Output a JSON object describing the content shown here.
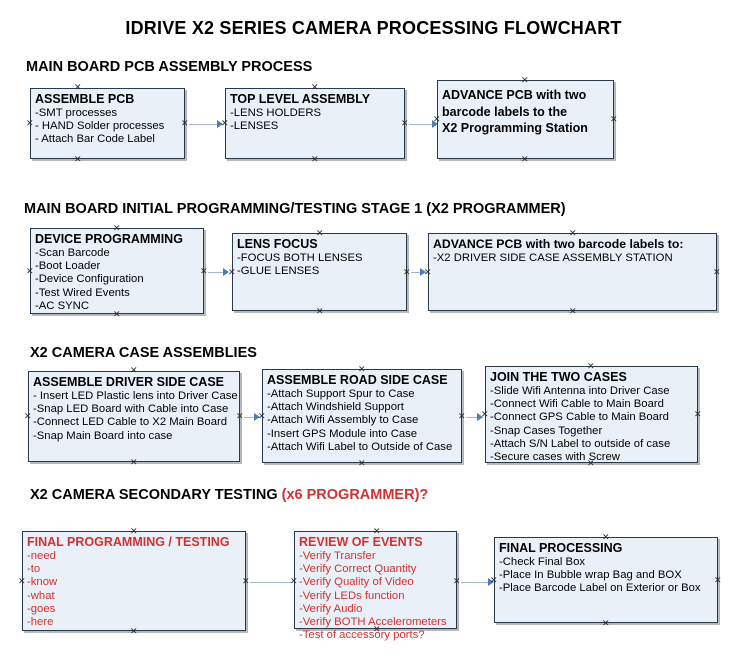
{
  "document": {
    "title": "IDRIVE X2  SERIES CAMERA PROCESSING FLOWCHART",
    "accent_red": "#d33030",
    "box_fill": "#eaf0f8",
    "box_border": "#2b3a4a",
    "connector_color": "#9fb6cc",
    "arrow_color": "#4a7ebb"
  },
  "sections": [
    {
      "id": "main-board-pcb-assembly",
      "heading": "MAIN BOARD PCB ASSEMBLY PROCESS",
      "heading_red_suffix": "",
      "boxes": [
        {
          "id": "assemble-pcb",
          "header": "ASSEMBLE PCB",
          "lines": [
            "-SMT processes",
            "- HAND Solder processes",
            "- Attach Bar Code Label"
          ],
          "color": "black"
        },
        {
          "id": "top-level-assembly",
          "header": "TOP LEVEL ASSEMBLY",
          "lines": [
            "-LENS HOLDERS",
            "-LENSES"
          ],
          "color": "black"
        },
        {
          "id": "advance-pcb-to-x2-programming-station",
          "header": "",
          "lines": [
            "ADVANCE PCB with two",
            "barcode labels to the",
            " X2 Programming Station"
          ],
          "color": "black"
        }
      ]
    },
    {
      "id": "main-board-initial-programming",
      "heading": "MAIN BOARD INITIAL PROGRAMMING/TESTING STAGE 1 (X2 PROGRAMMER)",
      "heading_red_suffix": "",
      "boxes": [
        {
          "id": "device-programming",
          "header": "DEVICE PROGRAMMING",
          "lines": [
            "-Scan Barcode",
            "-Boot Loader",
            "-Device Configuration",
            "-Test Wired Events",
            "-AC SYNC"
          ],
          "color": "black"
        },
        {
          "id": "lens-focus",
          "header": "LENS FOCUS",
          "lines": [
            "-FOCUS BOTH LENSES",
            "-GLUE LENSES"
          ],
          "color": "black"
        },
        {
          "id": "advance-pcb-to-driver-side-case-station",
          "header": "ADVANCE PCB with two barcode labels to:",
          "lines": [
            "-X2 DRIVER  SIDE  CASE  ASSEMBLY STATION"
          ],
          "color": "black"
        }
      ]
    },
    {
      "id": "x2-camera-case-assemblies",
      "heading": "X2 CAMERA CASE ASSEMBLIES",
      "heading_red_suffix": "",
      "boxes": [
        {
          "id": "assemble-driver-side-case",
          "header": "ASSEMBLE DRIVER SIDE CASE",
          "lines": [
            "- Insert LED Plastic lens into Driver Case",
            "-Snap LED Board with Cable into Case",
            "-Connect LED Cable to X2 Main Board",
            "-Snap Main Board into case"
          ],
          "color": "black"
        },
        {
          "id": "assemble-road-side-case",
          "header": "ASSEMBLE ROAD SIDE CASE",
          "lines": [
            "-Attach Support Spur to Case",
            "-Attach Windshield Support",
            "-Attach Wifi Assembly to Case",
            "-Insert GPS Module into Case",
            "-Attach Wifi Label to Outside of Case"
          ],
          "color": "black"
        },
        {
          "id": "join-the-two-cases",
          "header": "JOIN THE TWO CASES",
          "lines": [
            "-Slide Wifi Antenna into Driver Case",
            "-Connect Wifi Cable to Main Board",
            "-Connect GPS Cable to Main Board",
            "-Snap Cases Together",
            "-Attach S/N Label to outside of case",
            "-Secure cases with Screw"
          ],
          "color": "black"
        }
      ]
    },
    {
      "id": "x2-camera-secondary-testing",
      "heading": "X2 CAMERA SECONDARY TESTING ",
      "heading_red_suffix": "(x6 PROGRAMMER)?",
      "boxes": [
        {
          "id": "final-programming-testing",
          "header": "FINAL PROGRAMMING / TESTING",
          "lines": [
            "-need",
            "-to",
            "-know",
            "-what",
            "-goes",
            "-here"
          ],
          "color": "red"
        },
        {
          "id": "review-of-events",
          "header": "REVIEW OF EVENTS",
          "lines": [
            "-Verify Transfer",
            "-Verify Correct Quantity",
            "-Verify Quality of Video",
            "-Verify LEDs function",
            "-Verify Audio",
            "-Verify BOTH Accelerometers",
            "-Test of accessory ports?"
          ],
          "color": "red"
        },
        {
          "id": "final-processing",
          "header": "FINAL PROCESSING",
          "lines": [
            " -Check Final Box",
            "-Place In Bubble wrap Bag and BOX",
            "-Place Barcode Label on Exterior or Box"
          ],
          "color": "black"
        }
      ]
    }
  ]
}
